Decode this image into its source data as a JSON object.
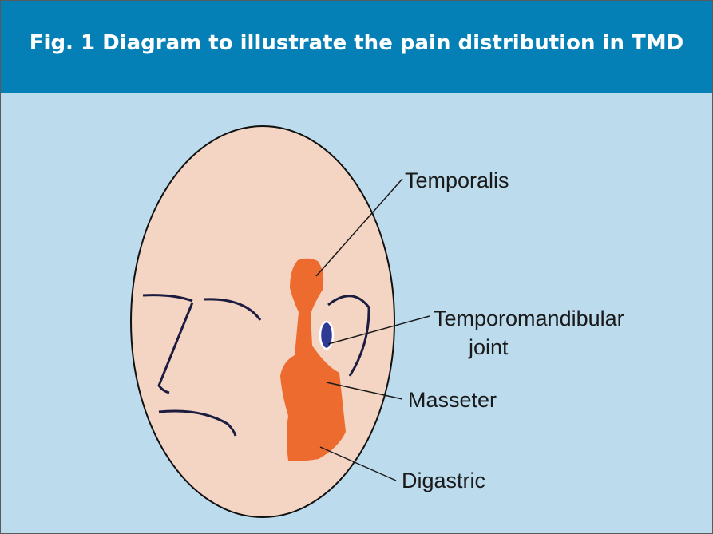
{
  "figure": {
    "title": "Fig. 1 Diagram to illustrate the pain distribution in TMD",
    "labels": {
      "temporalis": "Temporalis",
      "tmj_line1": "Temporomandibular",
      "tmj_line2": "joint",
      "masseter": "Masseter",
      "digastric": "Digastric"
    }
  },
  "colors": {
    "header": "#0480b6",
    "background": "#bcdcee",
    "face": "#f4d4c2",
    "pain": "#ee6b30",
    "joint": "#2e3a94",
    "line": "#1a1a1a"
  }
}
